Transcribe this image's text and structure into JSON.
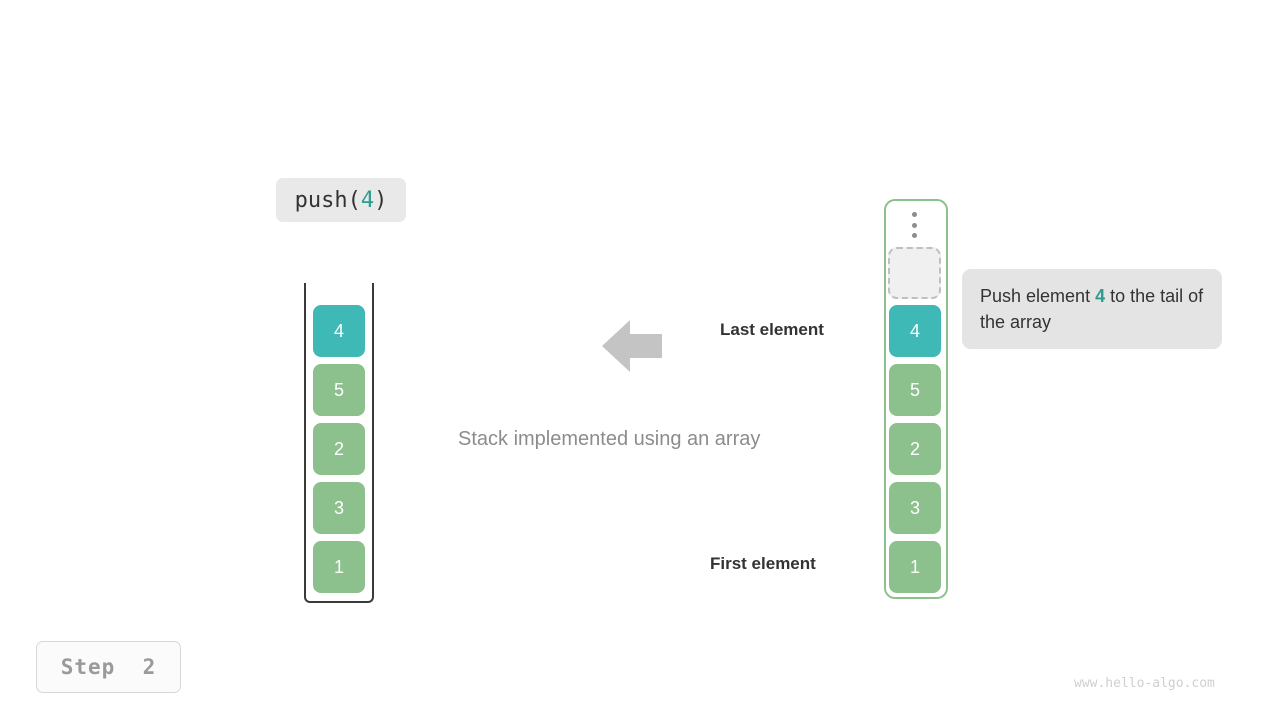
{
  "operation": {
    "name": "operation-label",
    "prefix": "push(",
    "value": "4",
    "suffix": ")"
  },
  "stack": {
    "caption": "Stack implemented using an array",
    "last_element_label": "Last element",
    "first_element_label": "First element",
    "arrow_icon": "arrow-left-icon",
    "cells": [
      {
        "value": "1",
        "state": "normal"
      },
      {
        "value": "3",
        "state": "normal"
      },
      {
        "value": "2",
        "state": "normal"
      },
      {
        "value": "5",
        "state": "normal"
      },
      {
        "value": "4",
        "state": "highlight"
      }
    ]
  },
  "array": {
    "ellipsis_icon": "vertical-ellipsis-icon",
    "empty_slot_label": "",
    "cells": [
      {
        "value": "1",
        "state": "normal"
      },
      {
        "value": "3",
        "state": "normal"
      },
      {
        "value": "2",
        "state": "normal"
      },
      {
        "value": "5",
        "state": "normal"
      },
      {
        "value": "4",
        "state": "highlight"
      }
    ]
  },
  "tooltip": {
    "text_before": "Push element ",
    "value": "4",
    "text_after": " to the tail of the array"
  },
  "step": {
    "label": "Step  2"
  },
  "watermark": {
    "text": "www.hello-algo.com"
  },
  "colors": {
    "highlight": "#3fb9b6",
    "normal": "#8cc08c",
    "accent_text": "#2e9b8f",
    "arrow": "#c4c4c4",
    "frame_dark": "#3a3a3a",
    "frame_green": "#8cc08c"
  }
}
